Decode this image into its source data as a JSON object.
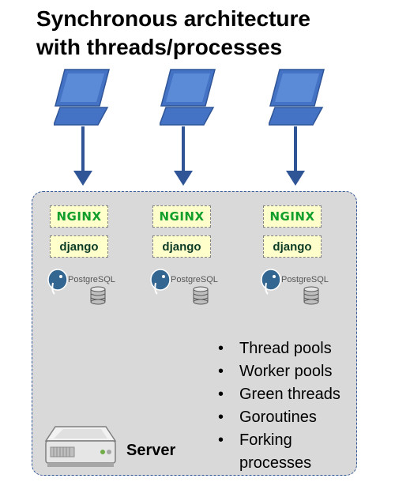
{
  "title": {
    "line1": "Synchronous architecture",
    "line2": "with threads/processes"
  },
  "stacks": [
    {
      "proxy": "NGINX",
      "framework": "django",
      "database": "PostgreSQL"
    },
    {
      "proxy": "NGINX",
      "framework": "django",
      "database": "PostgreSQL"
    },
    {
      "proxy": "NGINX",
      "framework": "django",
      "database": "PostgreSQL"
    }
  ],
  "features": [
    "Thread pools",
    "Worker pools",
    "Green threads",
    "Goroutines",
    "Forking processes"
  ],
  "server": {
    "label": "Server"
  },
  "icons": {
    "client": "laptop-icon",
    "flow": "arrow-down-icon",
    "database": "postgresql-elephant-icon",
    "storage": "database-cylinder-icon",
    "host": "server-rack-icon"
  },
  "colors": {
    "laptop": "#4472c4",
    "arrow": "#2f5597",
    "server_box_fill": "#d9d9d9",
    "server_box_border": "#2f5597",
    "tile_fill": "#ffffcc",
    "nginx": "#119e2a",
    "django": "#0c3c26",
    "postgres": "#336791"
  }
}
